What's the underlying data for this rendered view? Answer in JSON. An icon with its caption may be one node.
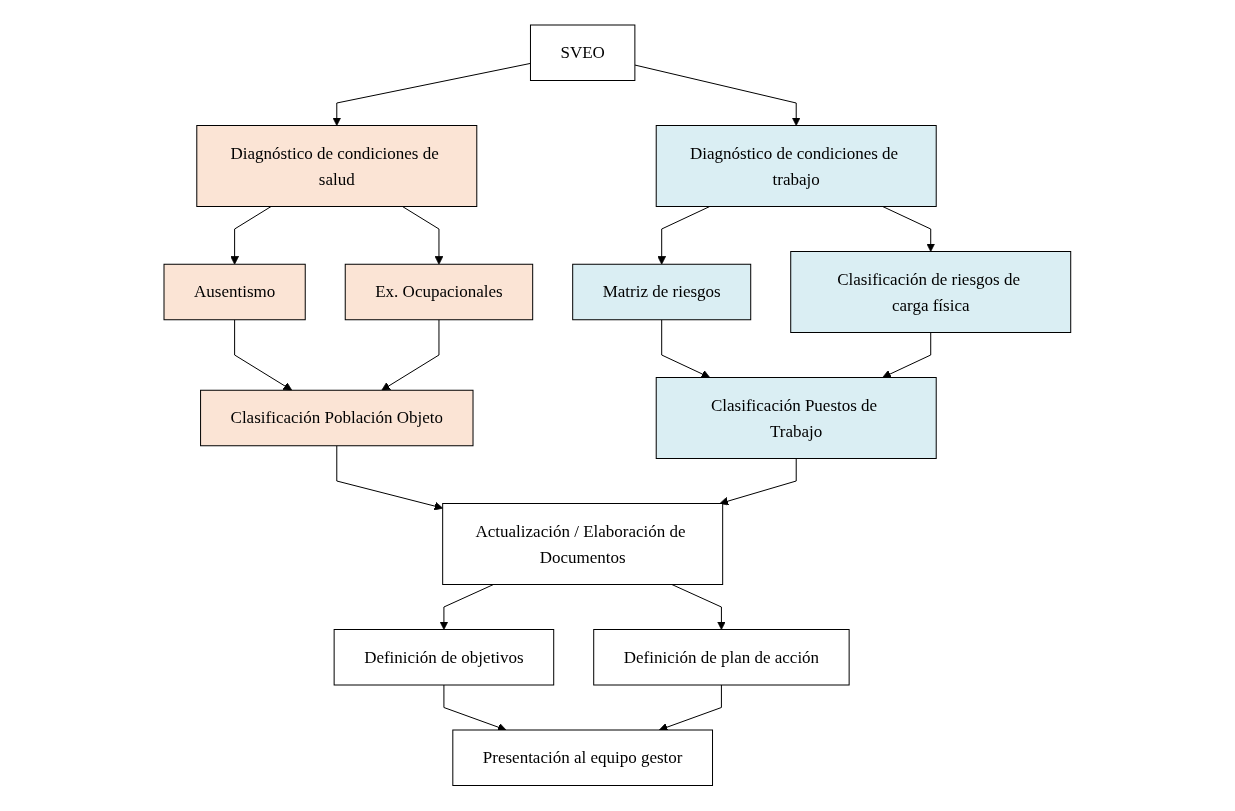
{
  "diagram": {
    "nodes": [
      {
        "text": [
          "SVEO"
        ]
      },
      {
        "text": [
          "Diagnóstico de condiciones de salud"
        ]
      },
      {
        "text": [
          "Diagnóstico de condiciones de trabajo"
        ]
      },
      {
        "text": [
          "Ausentismo"
        ]
      },
      {
        "text": [
          "Ex. Ocupacionales"
        ]
      },
      {
        "text": [
          "Matriz de riesgos"
        ]
      },
      {
        "text": [
          "Clasificación de riesgos de carga física"
        ]
      },
      {
        "text": [
          "Clasificación Población Objeto"
        ]
      },
      {
        "text": [
          "Clasificación Puestos de Trabajo"
        ]
      },
      {
        "text": [
          "Actualización / Elaboración de Documentos"
        ]
      },
      {
        "text": [
          "Definición de objetivos"
        ]
      },
      {
        "text": [
          "Definición de plan de acción"
        ]
      },
      {
        "text": [
          "Presentación al equipo gestor"
        ]
      }
    ],
    "edges": [
      {
        "from": 0,
        "to": 1,
        "arrow": "to"
      },
      {
        "from": 0,
        "to": 2,
        "arrow": "to"
      },
      {
        "from": 1,
        "to": 3,
        "arrow": "to"
      },
      {
        "from": 1,
        "to": 4,
        "arrow": "to"
      },
      {
        "from": 2,
        "to": 5,
        "arrow": "to"
      },
      {
        "from": 2,
        "to": 6,
        "arrow": "to"
      },
      {
        "from": 3,
        "to": 7,
        "arrow": "to"
      },
      {
        "from": 4,
        "to": 7,
        "arrow": "to"
      },
      {
        "from": 5,
        "to": 8,
        "arrow": "to"
      },
      {
        "from": 6,
        "to": 8,
        "arrow": "to"
      },
      {
        "from": 7,
        "to": 9,
        "arrow": "to"
      },
      {
        "from": 8,
        "to": 9,
        "arrow": "to"
      },
      {
        "from": 9,
        "to": 10,
        "arrow": "to"
      },
      {
        "from": 9,
        "to": 11,
        "arrow": "to"
      },
      {
        "from": 10,
        "to": 12,
        "arrow": "to"
      },
      {
        "from": 11,
        "to": 12,
        "arrow": "to"
      }
    ]
  }
}
